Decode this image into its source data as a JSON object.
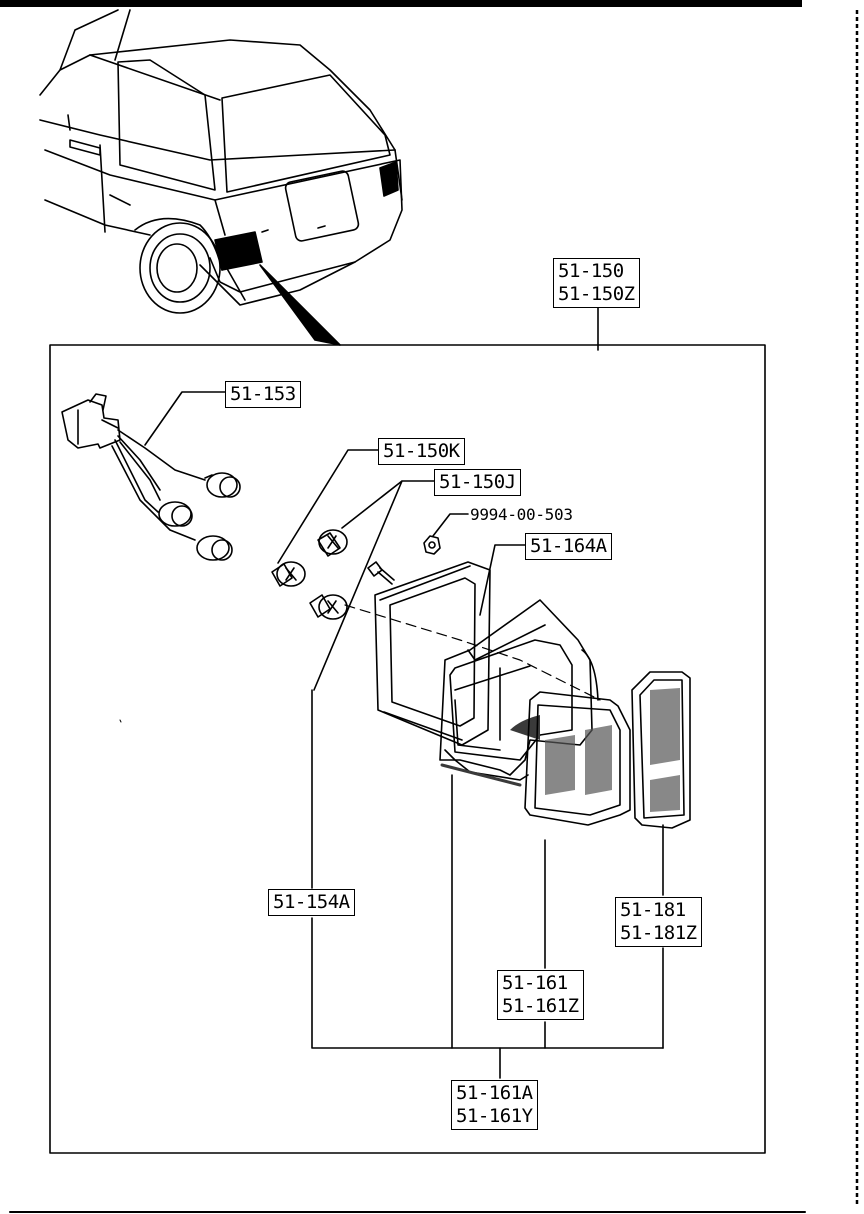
{
  "callouts": {
    "assembly": [
      "51-150",
      "51-150Z"
    ],
    "harness": "51-153",
    "bulb_k": "51-150K",
    "bulb_j": "51-150J",
    "nut": "9994-00-503",
    "gasket": "51-164A",
    "body": "51-154A",
    "side_lens": [
      "51-181",
      "51-181Z"
    ],
    "main_lens": [
      "51-161",
      "51-161Z"
    ],
    "housing": [
      "51-161A",
      "51-161Y"
    ]
  },
  "colors": {
    "line": "#000000",
    "background": "#ffffff",
    "shade": "#3a3a3a"
  }
}
